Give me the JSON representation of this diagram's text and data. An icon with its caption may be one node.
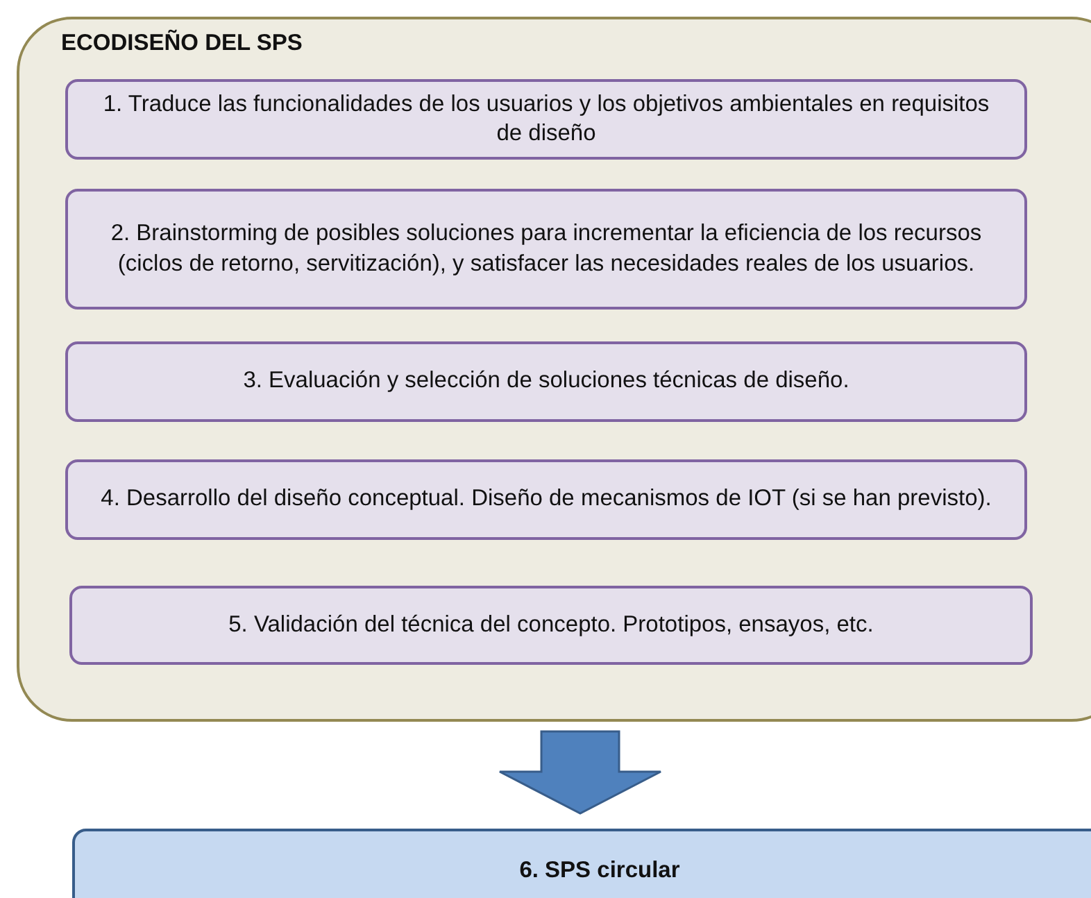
{
  "diagram": {
    "nodes": [
      {
        "text": [
          "ECODISEÑO DEL SPS"
        ]
      },
      {
        "text": [
          "1. Traduce las funcionalidades de los usuarios y los objetivos ambientales en requisitos de diseño"
        ],
        "in": 0
      },
      {
        "text": [
          "2. Brainstorming de posibles soluciones para incrementar la eficiencia de los recursos (ciclos de retorno, servitización), y satisfacer las necesidades reales de los usuarios."
        ],
        "in": 0
      },
      {
        "text": [
          "3. Evaluación y selección de soluciones técnicas de diseño."
        ],
        "in": 0
      },
      {
        "text": [
          "4. Desarrollo del diseño conceptual. Diseño de mecanismos de IOT (si se han previsto)."
        ],
        "in": 0
      },
      {
        "text": [
          "5. Validación del técnica del concepto. Prototipos, ensayos, etc."
        ],
        "in": 0
      },
      {
        "text": [
          "6. SPS circular"
        ]
      }
    ],
    "edges": [
      {
        "from": 0,
        "to": 6,
        "arrow": "to",
        "style": "thick",
        "color": "#4f81bd"
      }
    ]
  }
}
